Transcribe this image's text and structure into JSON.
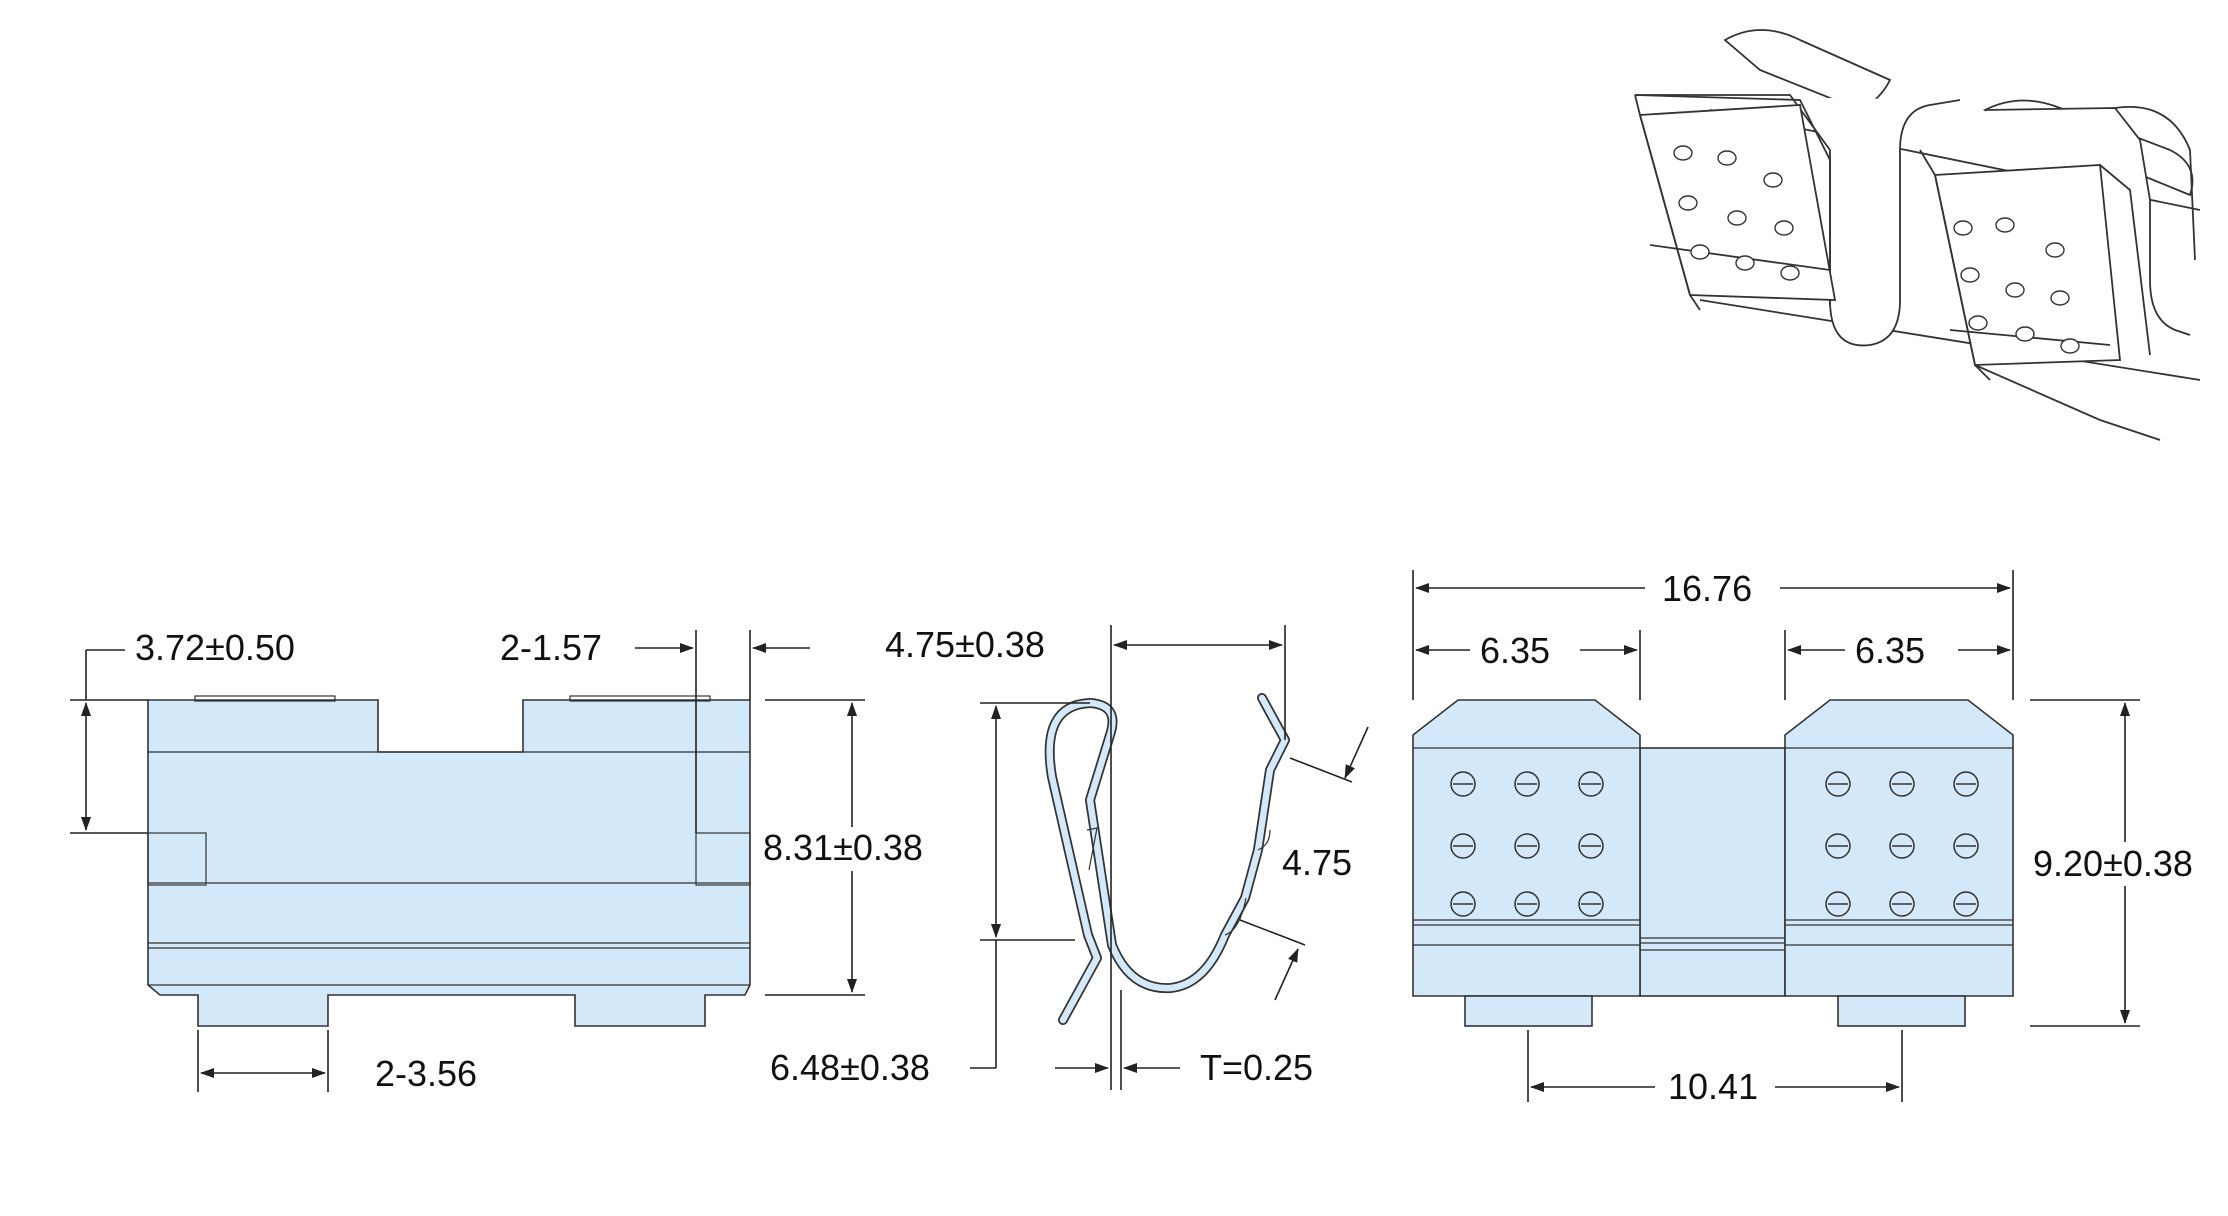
{
  "drawing": {
    "fill_color": "#d3e8f8",
    "line_color": "#222222",
    "front_view": {
      "dim_width": "3.72±0.50",
      "dim_tab": "2-1.57",
      "dim_height": "8.31±0.38",
      "dim_foot": "2-3.56"
    },
    "side_view": {
      "dim_opening": "4.75±0.38",
      "dim_contact": "4.75",
      "dim_depth": "6.48±0.38",
      "dim_thickness": "T=0.25"
    },
    "top_view": {
      "dim_overall": "16.76",
      "dim_left_pad": "6.35",
      "dim_right_pad": "6.35",
      "dim_height": "9.20±0.38",
      "dim_pitch": "10.41"
    }
  }
}
